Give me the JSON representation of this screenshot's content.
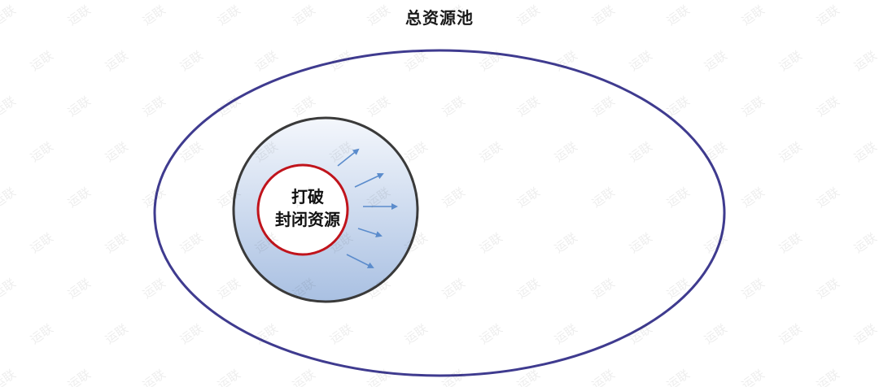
{
  "diagram": {
    "title": "总资源池",
    "inner_label_line1": "打破",
    "inner_label_line2": "封闭资源",
    "colors": {
      "outer_ellipse_stroke": "#3f3b8f",
      "middle_circle_stroke": "#3a3a3a",
      "inner_circle_stroke": "#c0141c",
      "middle_fill_top": "#f4f7fc",
      "middle_fill_bottom": "#a9c0e2",
      "arrow_color": "#5b8ccc"
    },
    "arrow_count": 5
  },
  "watermark": {
    "text": "运联"
  }
}
